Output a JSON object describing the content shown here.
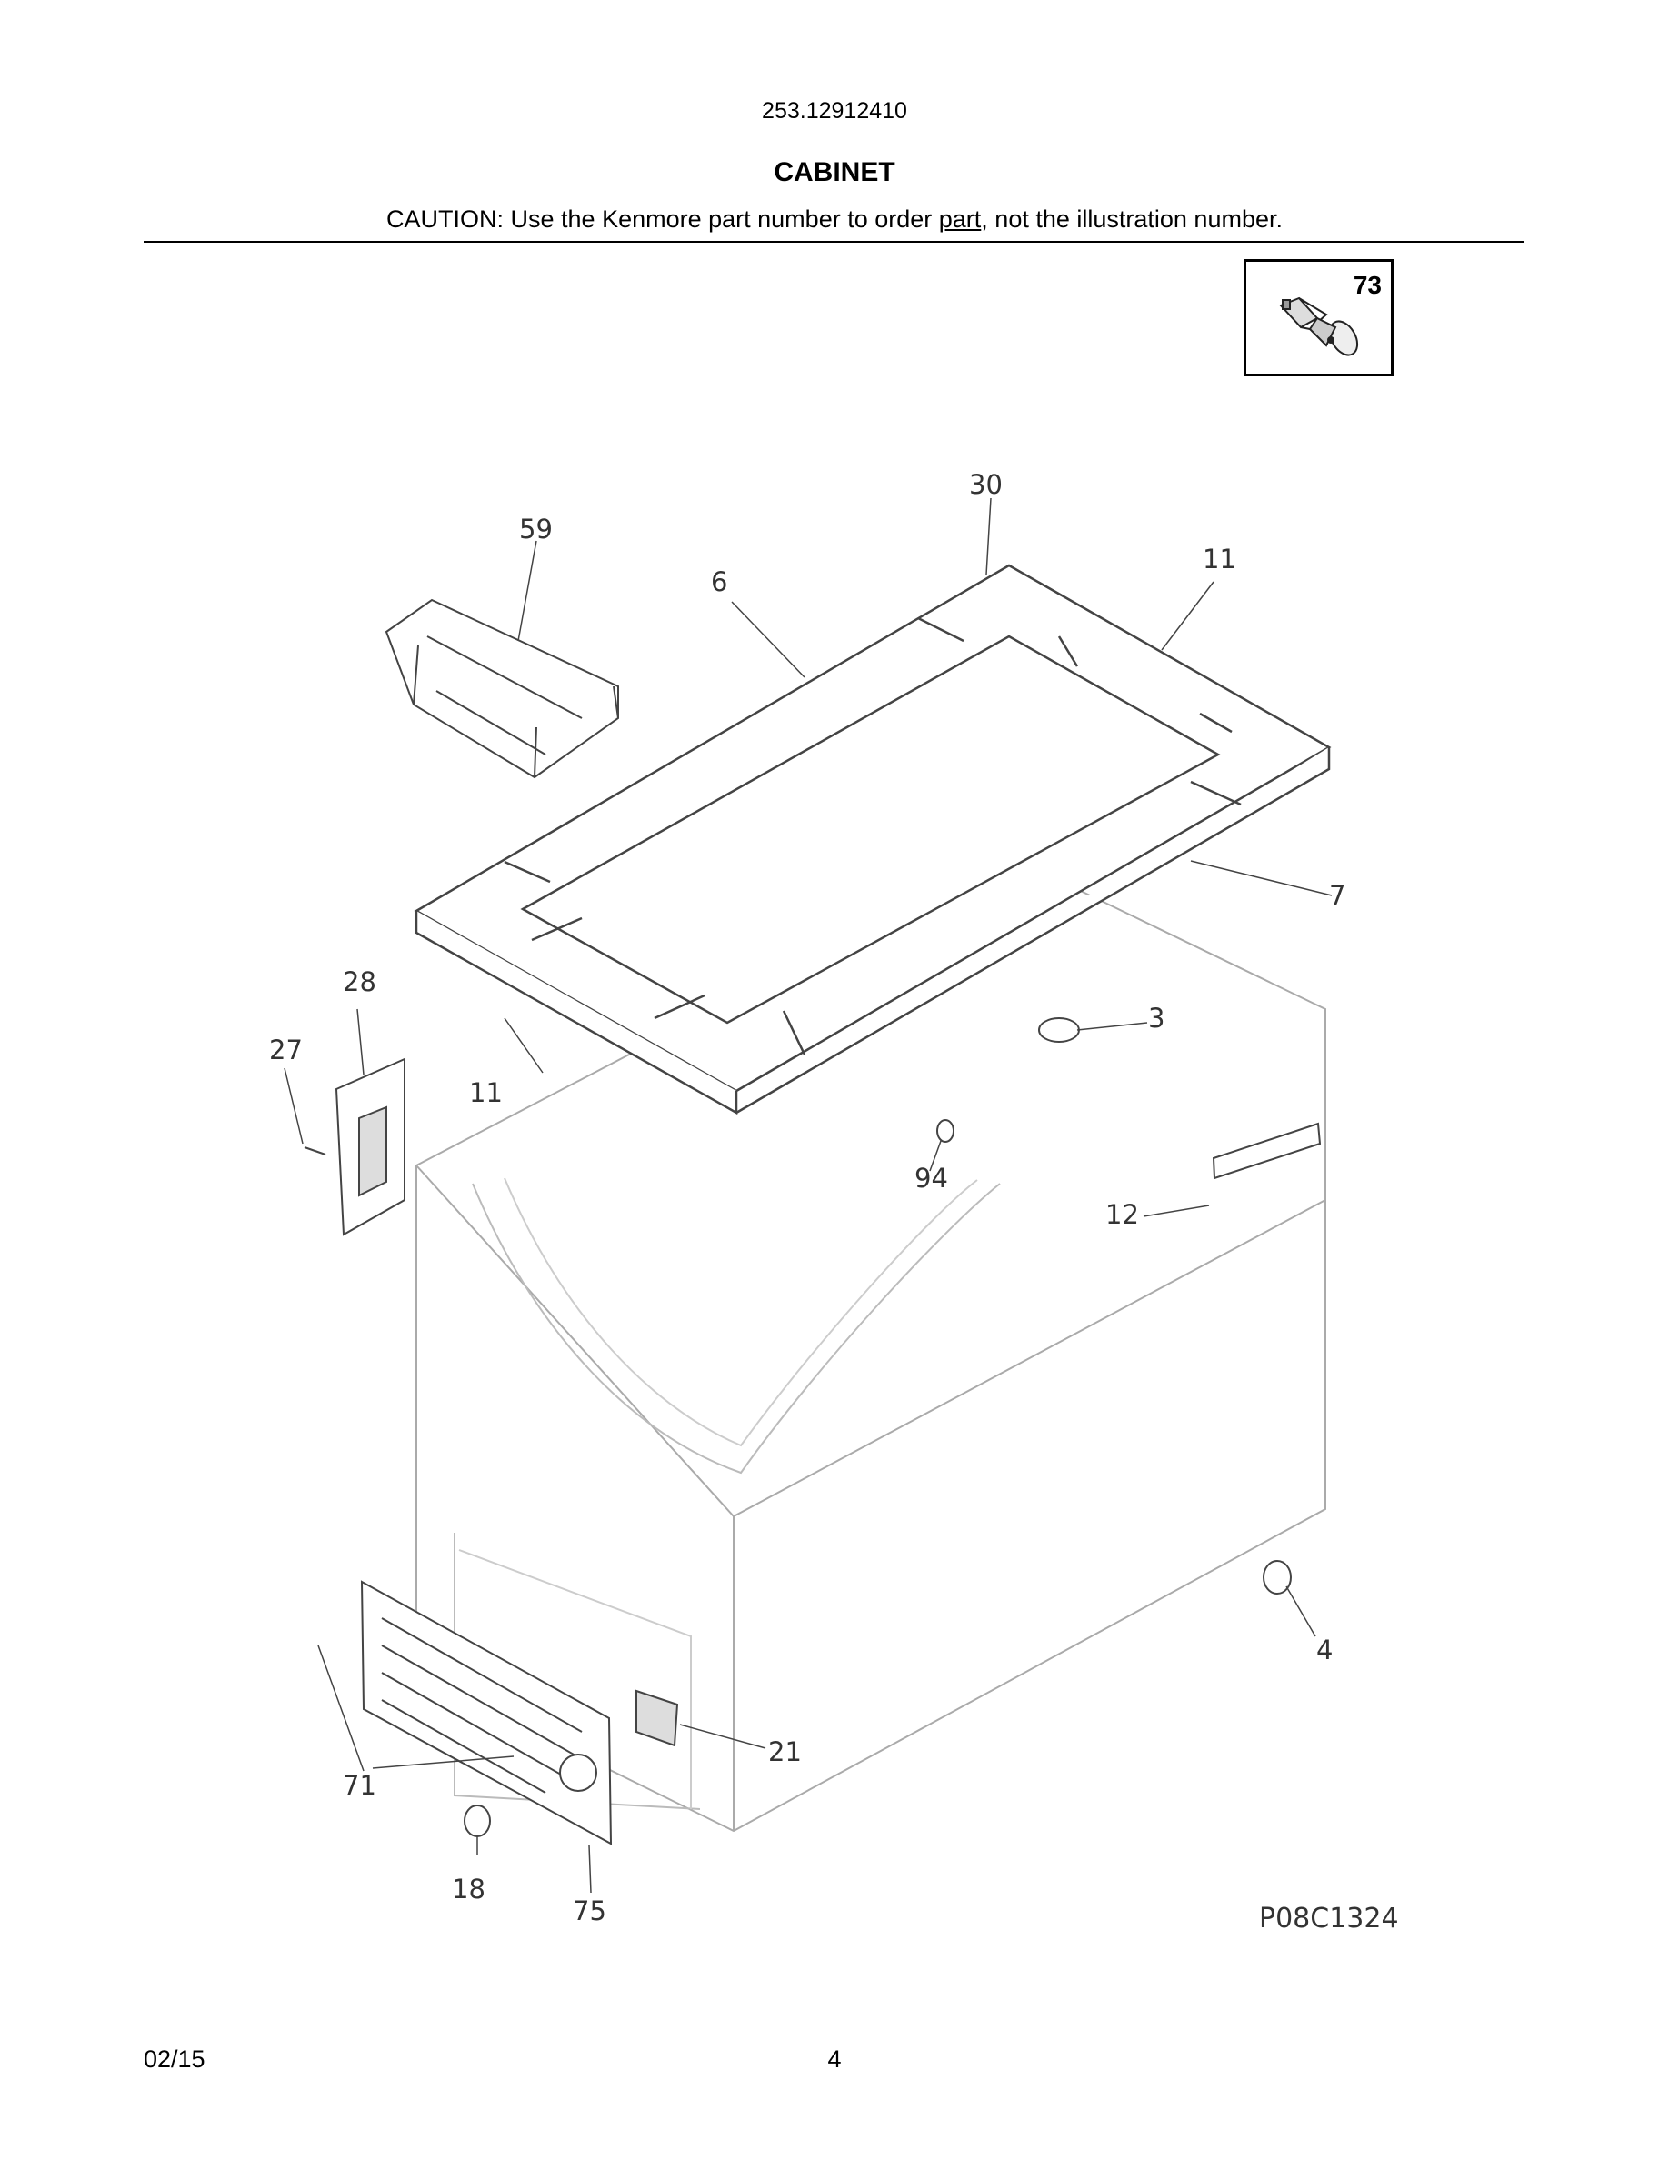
{
  "header": {
    "model_number": "253.12912410",
    "section_title": "CABINET",
    "caution_before": "CAUTION: Use the Kenmore part number to order ",
    "caution_link": "part",
    "caution_after": ", not the illustration number."
  },
  "inset": {
    "part_number": "73",
    "icon": "plug-button-icon"
  },
  "diagram": {
    "figure_code": "P08C1324",
    "callouts": [
      "30",
      "59",
      "6",
      "11",
      "7",
      "28",
      "3",
      "27",
      "11",
      "94",
      "12",
      "4",
      "21",
      "71",
      "18",
      "75"
    ]
  },
  "footer": {
    "date": "02/15",
    "page": "4"
  }
}
